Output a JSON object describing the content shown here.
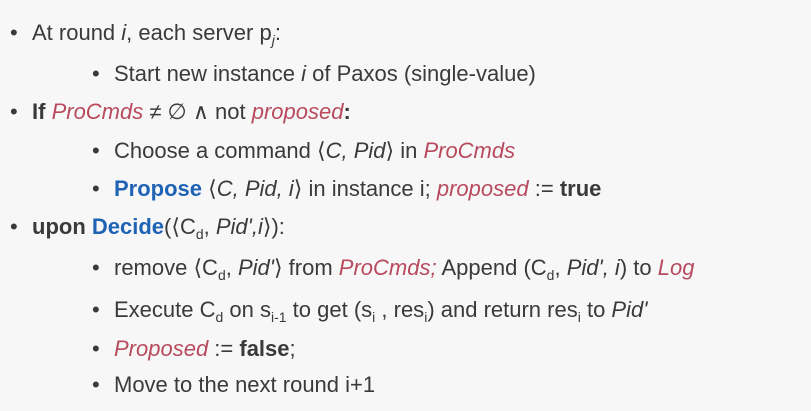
{
  "bullet": "•",
  "lines": [
    {
      "text": {
        "a": "At round ",
        "b": "i",
        "c": ", each server p",
        "d": "j",
        "e": ":"
      }
    },
    {
      "text": {
        "a": "Start new instance ",
        "b": "i",
        "c": " of Paxos (single-value)"
      }
    },
    {
      "text": {
        "a": "If ",
        "b": "ProCmds",
        "c": " ≠ ∅ ∧ not ",
        "d": "proposed",
        "e": ":"
      }
    },
    {
      "text": {
        "a": "Choose a command ⟨",
        "b": "C, Pid",
        "c": "⟩ in ",
        "d": "ProCmds"
      }
    },
    {
      "text": {
        "a": "Propose",
        "b": " ⟨",
        "c": "C, Pid, i",
        "d": "⟩  in instance i; ",
        "e": "proposed",
        "f": " := ",
        "g": "true"
      }
    },
    {
      "text": {
        "a": "upon ",
        "b": "Decide",
        "c": "(⟨C",
        "d": "d",
        "e": ", ",
        "f": "Pid',i",
        "g": "⟩):"
      }
    },
    {
      "text": {
        "a": "remove ⟨C",
        "b": "d",
        "c": ", ",
        "d": "Pid'",
        "e": "⟩ from ",
        "f": "ProCmds;",
        "g": " Append (C",
        "h": "d",
        "i": ", ",
        "j": "Pid', i",
        "k": ") to ",
        "l": "Log"
      }
    },
    {
      "text": {
        "a": "Execute C",
        "b": "d",
        "c": " on s",
        "d": "i-1",
        "e": " to get (s",
        "f": "i",
        "g": " , res",
        "h": "i",
        "i": ") and return res",
        "j": "i",
        "k": " to ",
        "l": "Pid'"
      }
    },
    {
      "text": {
        "a": "Proposed",
        "b": " := ",
        "c": "false",
        "d": ";"
      }
    },
    {
      "text": {
        "a": "Move to the next round i+1"
      }
    }
  ]
}
